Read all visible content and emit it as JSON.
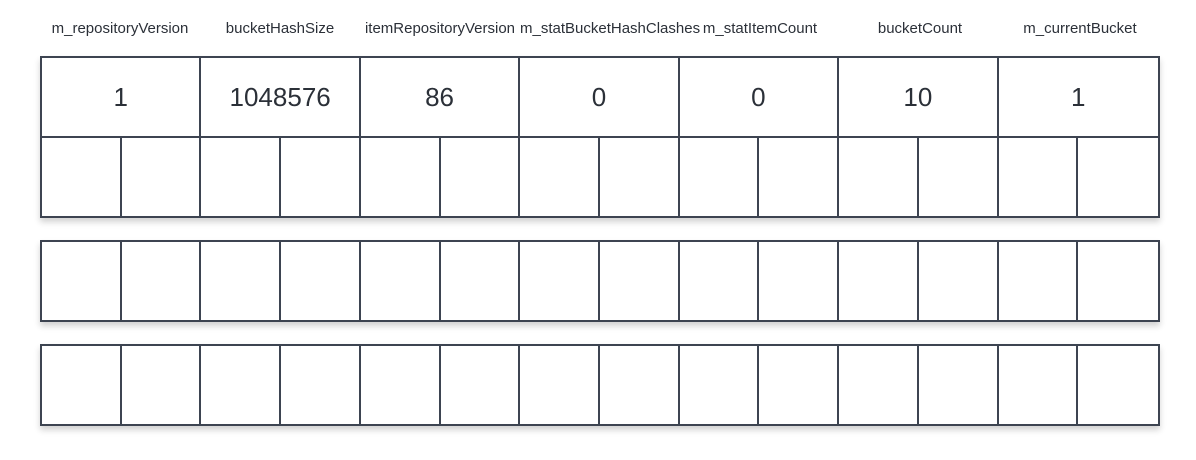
{
  "fields": [
    {
      "name": "m_repositoryVersion",
      "value": "1"
    },
    {
      "name": "bucketHashSize",
      "value": "1048576"
    },
    {
      "name": "itemRepositoryVersion",
      "value": "86"
    },
    {
      "name": "m_statBucketHashClashes",
      "value": "0"
    },
    {
      "name": "m_statItemCount",
      "value": "0"
    },
    {
      "name": "bucketCount",
      "value": "10"
    },
    {
      "name": "m_currentBucket",
      "value": "1"
    }
  ],
  "colors": {
    "border": "#3d4451",
    "text": "#2b3038",
    "background": "#ffffff"
  }
}
